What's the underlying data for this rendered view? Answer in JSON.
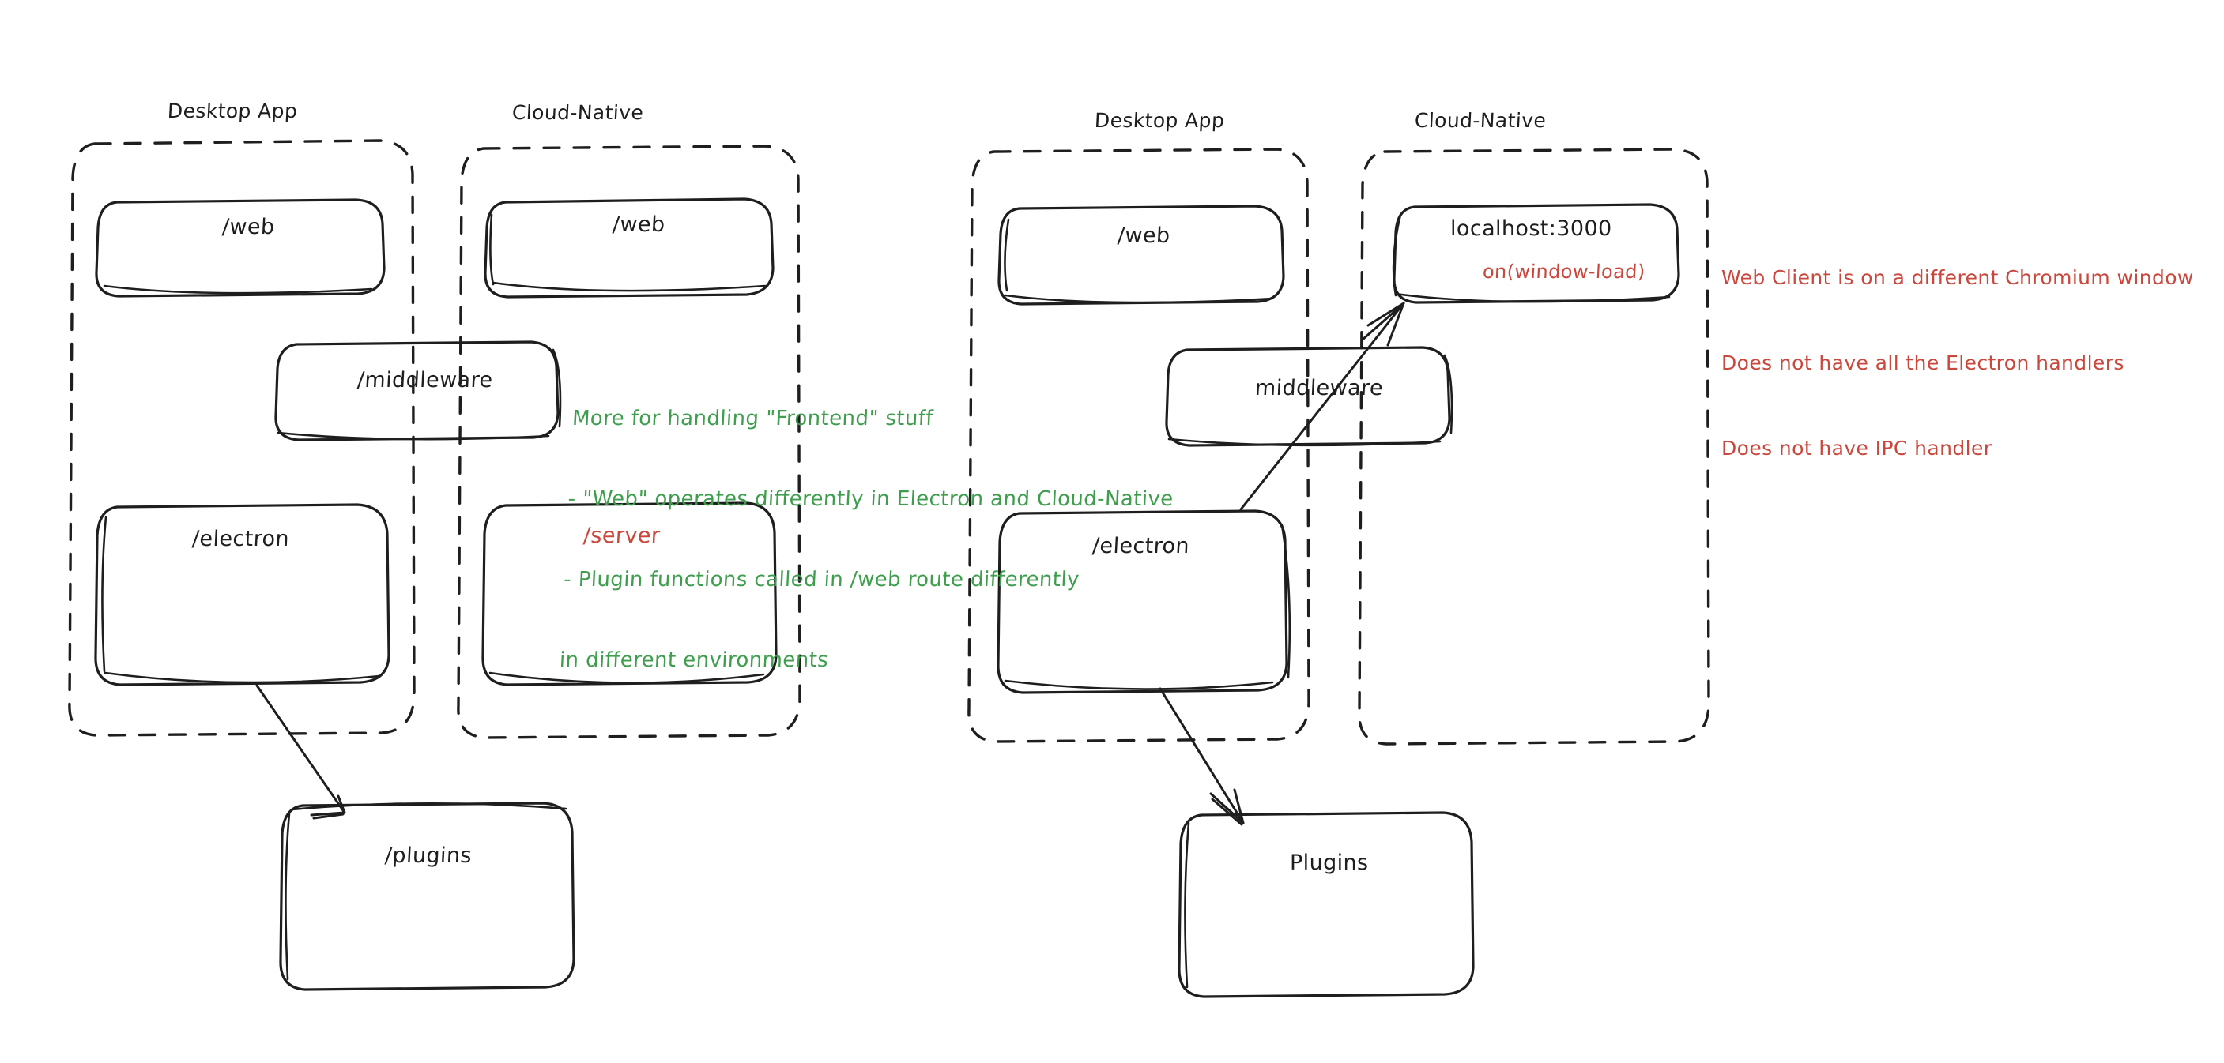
{
  "diagram": {
    "title": "Electron vs Cloud-Native architecture sketch",
    "style": "hand-drawn sketch (excalidraw)",
    "colors": {
      "stroke": "#1e1e1e",
      "green_note": "#3e9e4e",
      "red_note": "#c9473c",
      "background": "#ffffff"
    }
  },
  "left_diagram": {
    "groups": [
      {
        "label": "Desktop App",
        "nodes": [
          "/web",
          "/middleware",
          "/electron"
        ]
      },
      {
        "label": "Cloud-Native",
        "nodes": [
          "/web",
          "/server"
        ]
      }
    ],
    "nodes": {
      "desktop_web": "/web",
      "cloud_web": "/web",
      "middleware": "/middleware",
      "electron": "/electron",
      "server": "/server",
      "plugins": "/plugins"
    },
    "arrows": [
      {
        "from": "/electron",
        "to": "/plugins"
      }
    ]
  },
  "right_diagram": {
    "groups": [
      {
        "label": "Desktop App",
        "nodes": [
          "/web",
          "middleware",
          "/electron"
        ]
      },
      {
        "label": "Cloud-Native",
        "nodes": [
          "localhost:3000"
        ]
      }
    ],
    "nodes": {
      "desktop_web": "/web",
      "localhost": "localhost:3000",
      "localhost_sub": "on(window-load)",
      "middleware": "middleware",
      "electron": "/electron",
      "plugins": "Plugins"
    },
    "arrows": [
      {
        "from": "/electron",
        "to": "localhost:3000"
      },
      {
        "from": "/electron",
        "to": "Plugins"
      }
    ]
  },
  "notes": {
    "green": {
      "color": "#3e9e4e",
      "lines": [
        "More for handling \"Frontend\" stuff",
        "- \"Web\" operates differently in Electron and Cloud-Native",
        "- Plugin functions called in /web route differently",
        "in different environments"
      ]
    },
    "red": {
      "color": "#c9473c",
      "lines": [
        "Web Client is on a different Chromium window",
        "Does not have all the Electron handlers",
        "Does not have IPC handler"
      ]
    }
  }
}
